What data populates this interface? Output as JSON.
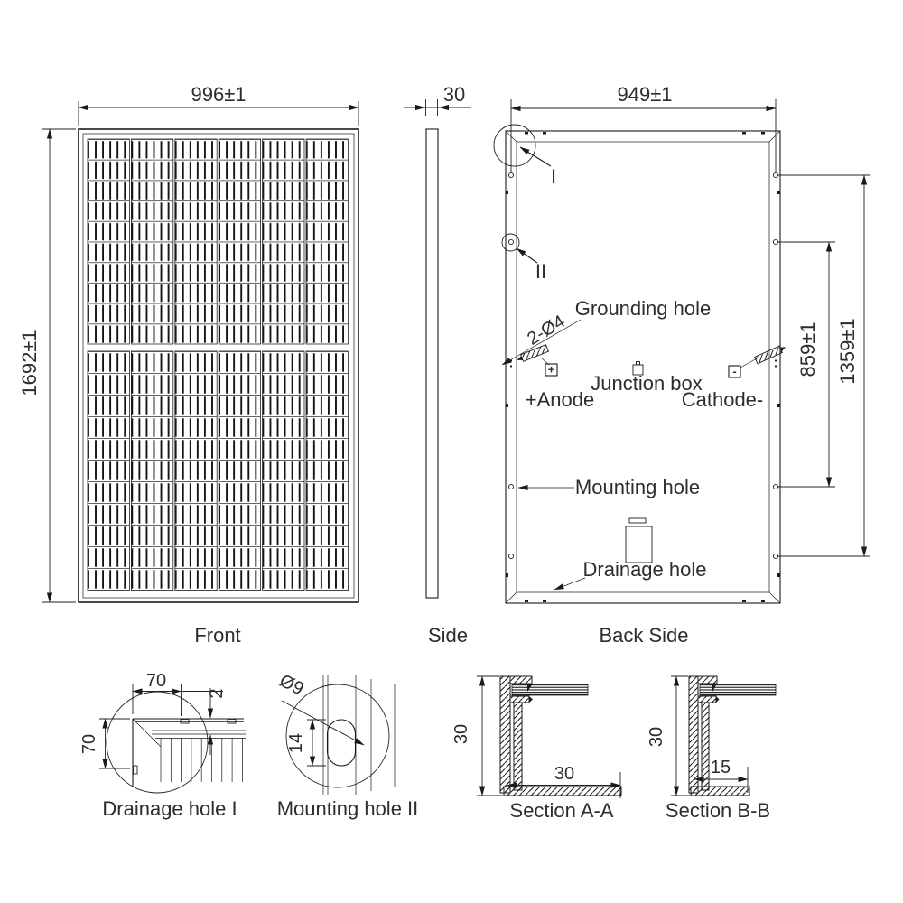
{
  "drawing": {
    "front": {
      "caption": "Front",
      "width_dim": "996±1",
      "height_dim": "1692±1"
    },
    "side": {
      "caption": "Side",
      "thickness_dim": "30"
    },
    "back": {
      "caption": "Back Side",
      "hole_span_dim": "949±1",
      "inner_hole_dim": "859±1",
      "outer_hole_dim": "1359±1",
      "grounding_hole_label": "Grounding hole",
      "grounding_hole_spec": "2-Ø4",
      "junction_box_label": "Junction box",
      "anode_label": "+Anode",
      "cathode_label": "Cathode-",
      "mounting_hole_label": "Mounting hole",
      "drainage_hole_label": "Drainage hole",
      "detail_marker_1": "I",
      "detail_marker_2": "II",
      "plus_symbol": "+",
      "minus_symbol": "-"
    },
    "details": {
      "drainage": {
        "caption": "Drainage hole I",
        "width_dim": "70",
        "height_dim": "70",
        "edge_dim": "2"
      },
      "mounting": {
        "caption": "Mounting hole II",
        "diameter_dim": "Ø9",
        "slot_dim": "14"
      },
      "section_a": {
        "caption": "Section A-A",
        "height_dim": "30",
        "flange_dim": "30"
      },
      "section_b": {
        "caption": "Section B-B",
        "height_dim": "30",
        "flange_dim": "15"
      }
    }
  },
  "colors": {
    "line": "#1a1a1a",
    "text": "#2d2d2d",
    "background": "#ffffff"
  }
}
